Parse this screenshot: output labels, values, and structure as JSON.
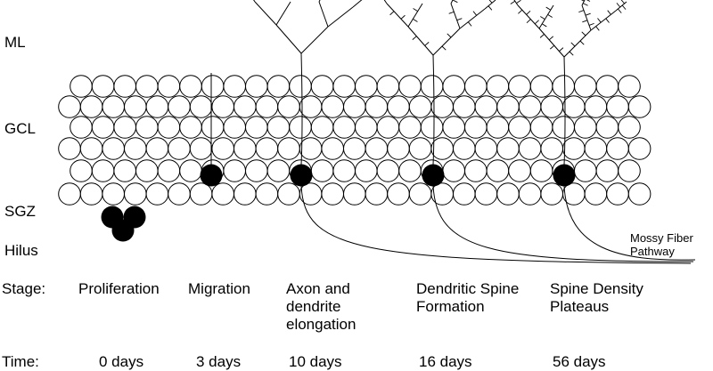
{
  "layers": {
    "ml": "ML",
    "gcl": "GCL",
    "sgz": "SGZ",
    "hilus": "Hilus"
  },
  "pathway_label": "Mossy Fiber\nPathway",
  "row_labels": {
    "stage": "Stage:",
    "time": "Time:"
  },
  "stages": [
    {
      "stage": "Proliferation",
      "time": "0 days"
    },
    {
      "stage": "Migration",
      "time": "3 days"
    },
    {
      "stage": "Axon and\ndendrite\nelongation",
      "time": "10 days"
    },
    {
      "stage": "Dendritic Spine\nFormation",
      "time": "16 days"
    },
    {
      "stage": "Spine Density\nPlateaus",
      "time": "56 days"
    }
  ],
  "colors": {
    "line": "#000000",
    "cell_fill": "#ffffff",
    "neuron_fill": "#000000"
  }
}
